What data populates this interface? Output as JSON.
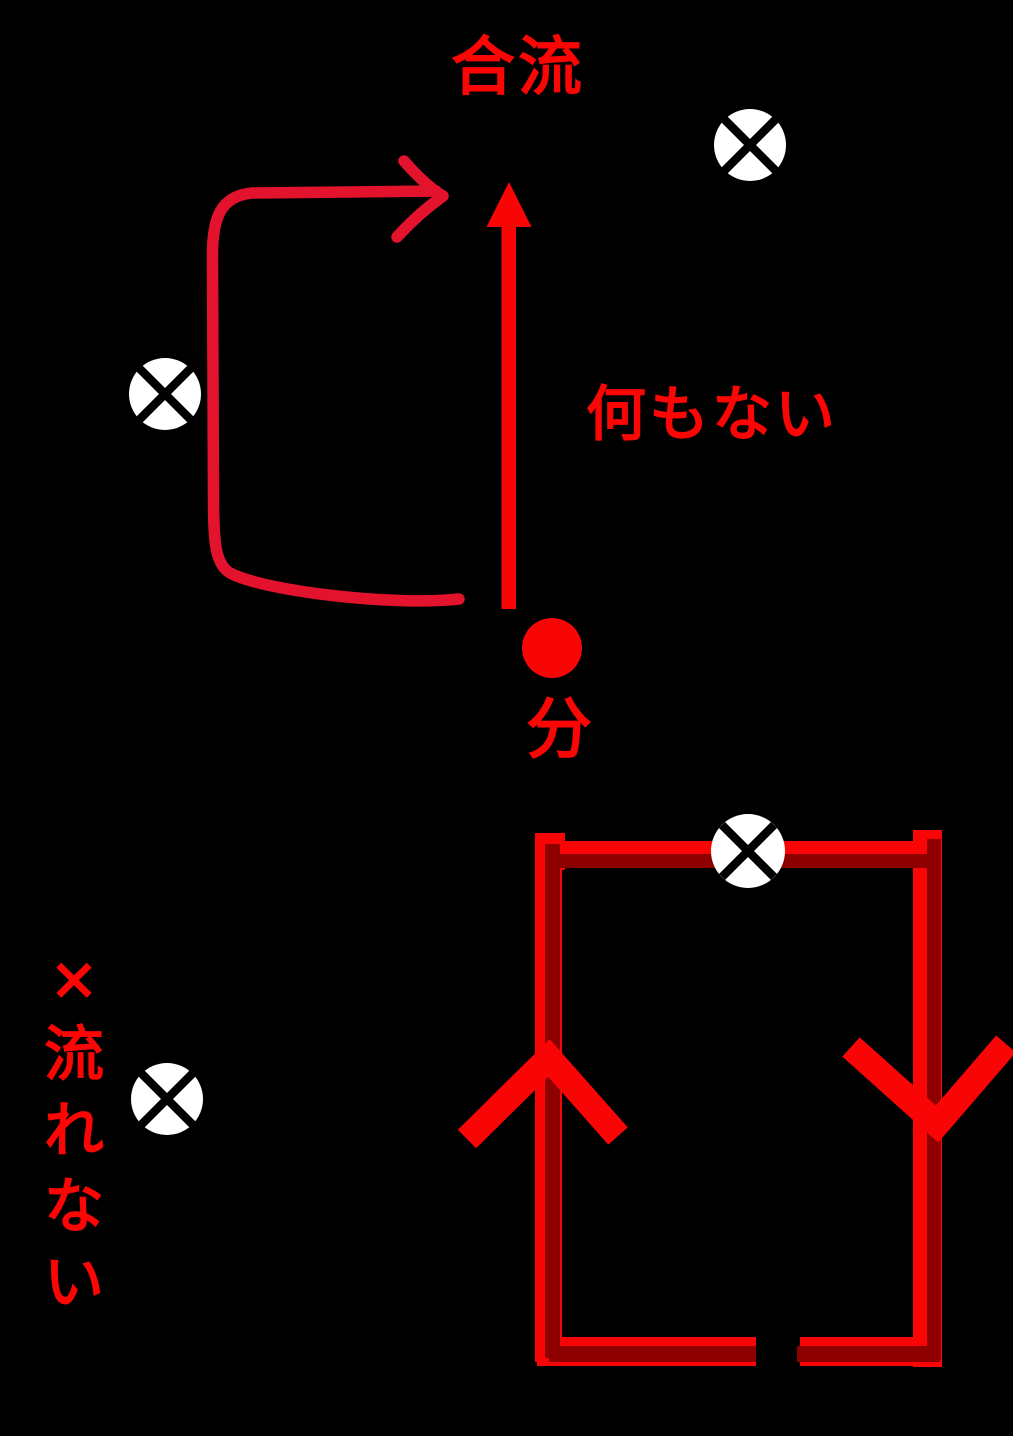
{
  "background_color": "#000000",
  "colors": {
    "bright_red": "#fa0506",
    "dark_red": "#8e0000",
    "marker_red": "#e4132d",
    "text_red": "#fb0505",
    "symbol_fill": "#ffffff",
    "symbol_cross": "#000000"
  },
  "labels": {
    "merge": "合流",
    "nothing": "何もない",
    "branch": "分",
    "no_flow": [
      "×",
      "流",
      "れ",
      "な",
      "い"
    ]
  },
  "icons": {
    "crossed_circle": "current-into-page-icon",
    "crossed_circle_count": 4
  }
}
